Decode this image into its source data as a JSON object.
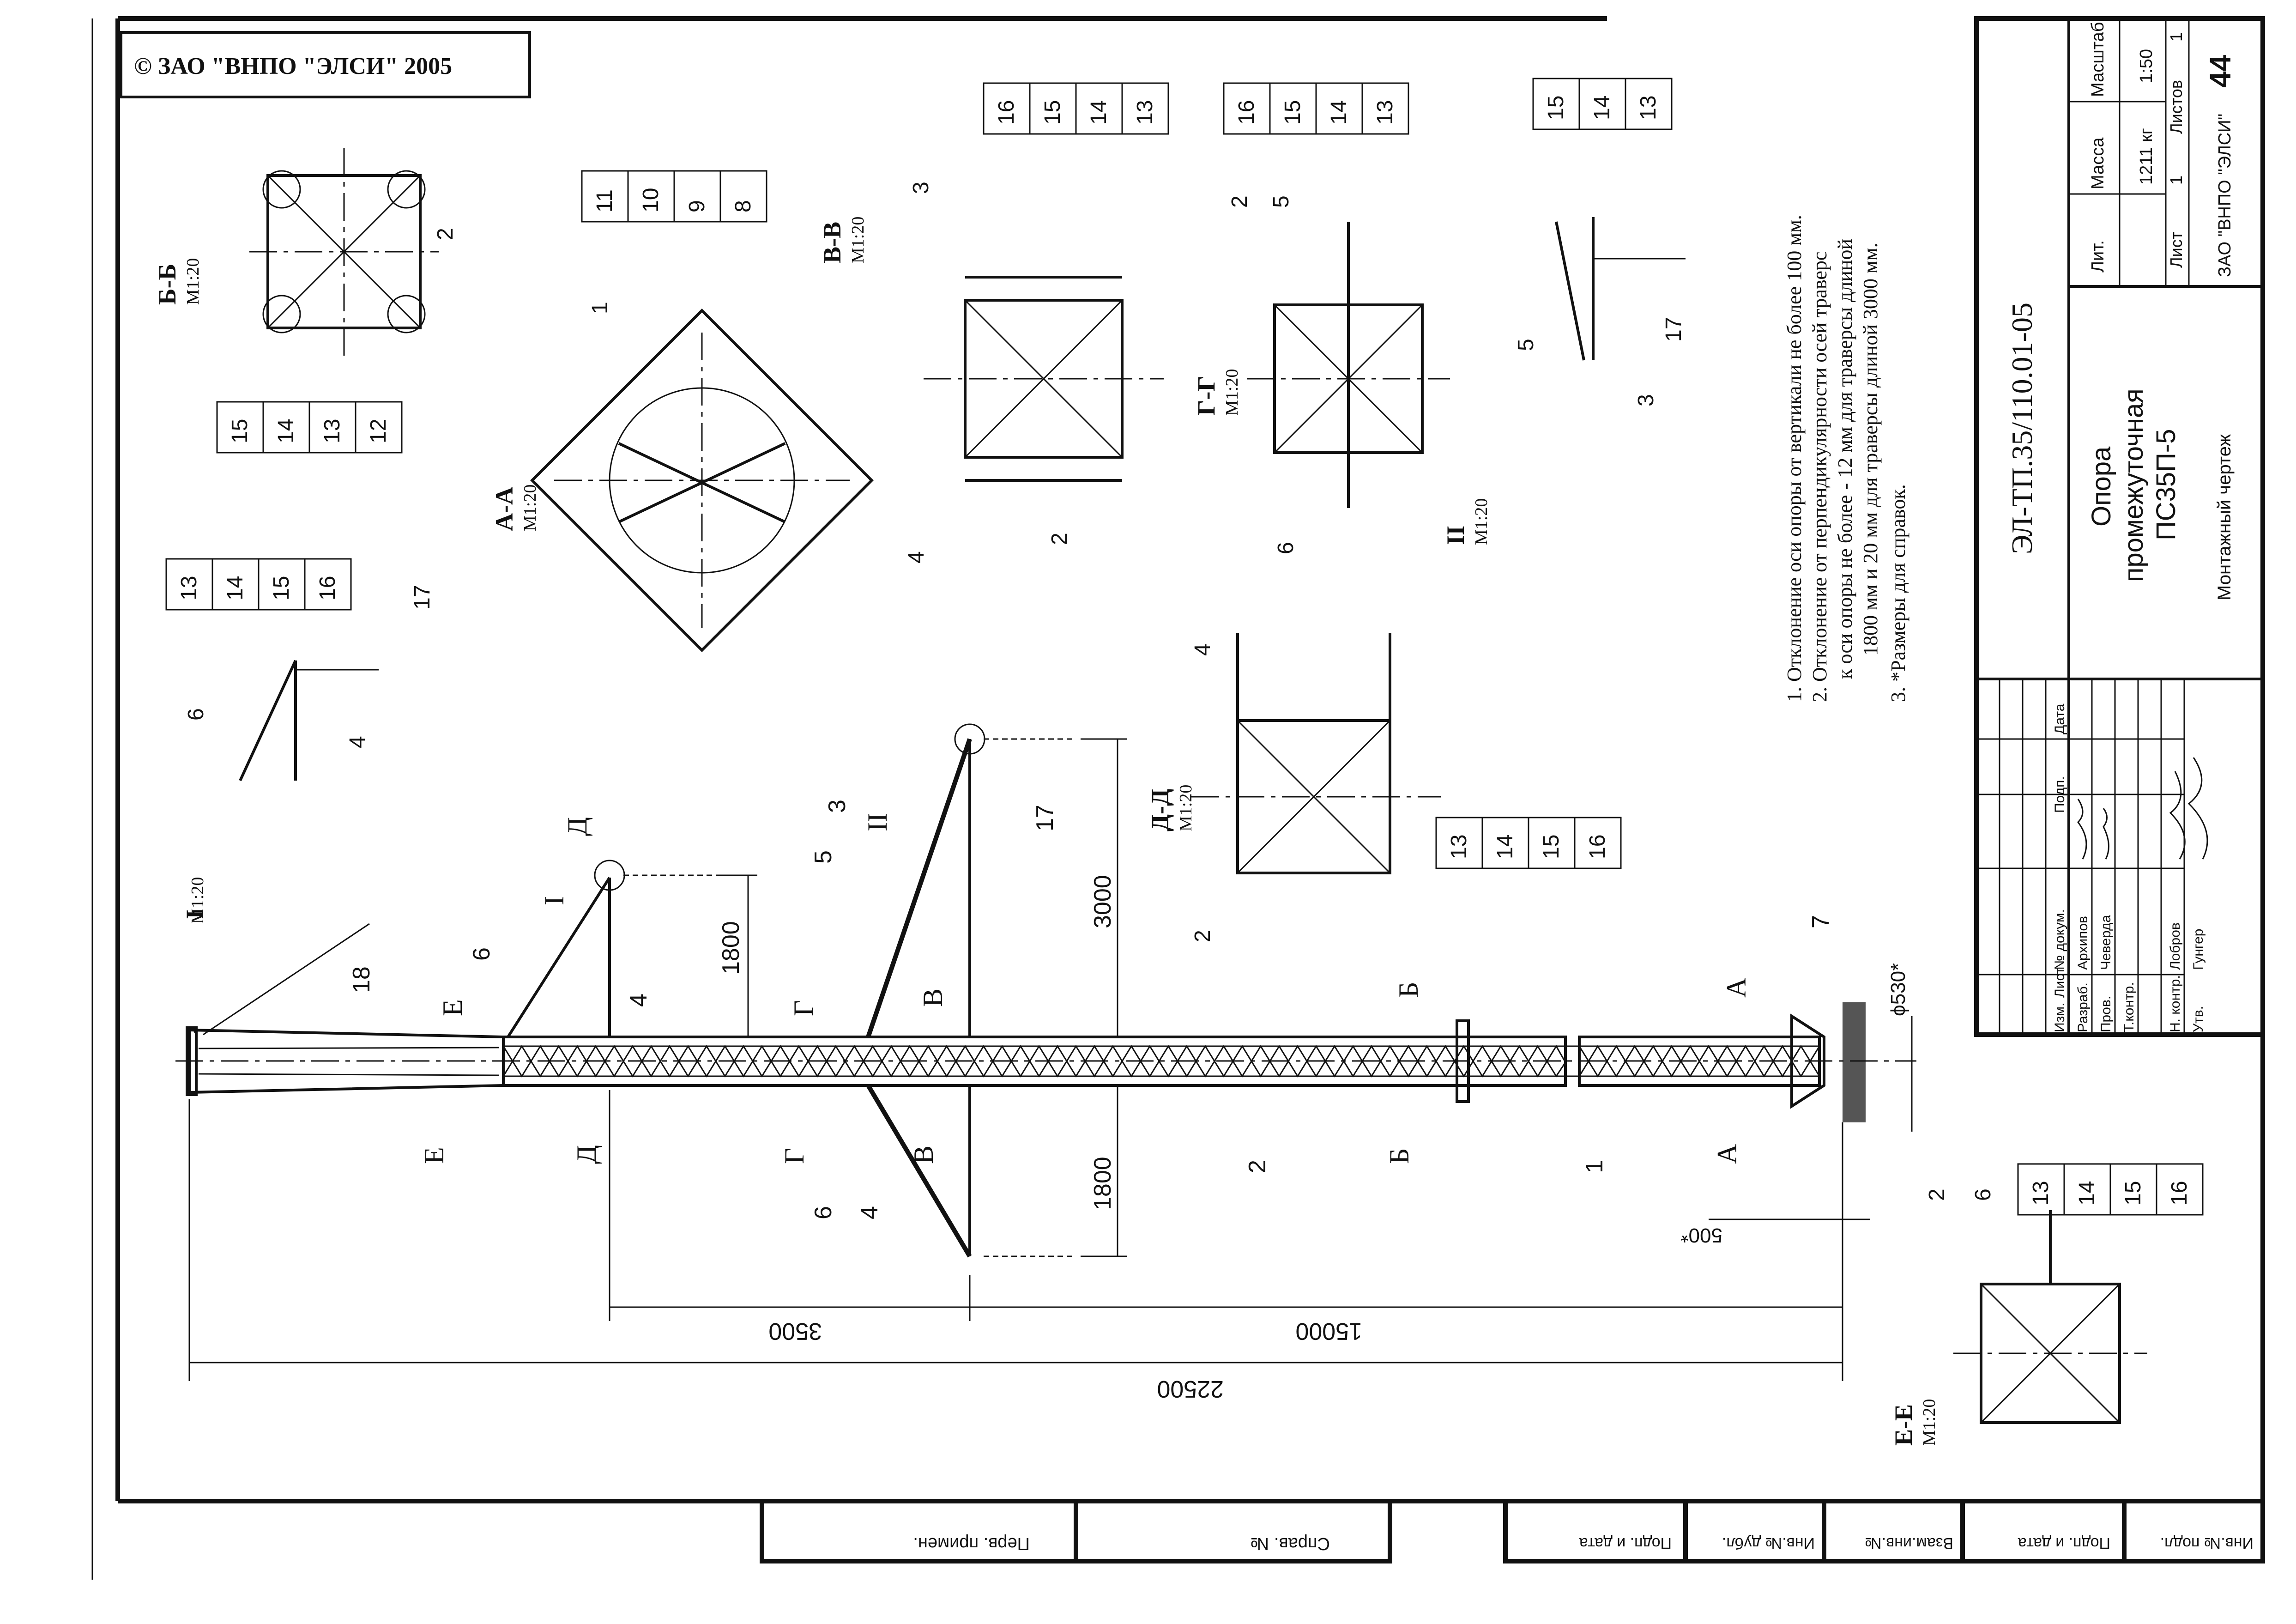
{
  "copyright": "© ЗАО \"ВНПО \"ЭЛСИ\" 2005",
  "notes": [
    "1. Отклонение оси опоры от вертикали не более 100 мм.",
    "2. Отклонение от перпендикулярности осей траверс",
    "к оси опоры не более - 12 мм для траверсы длиной",
    "1800 мм и 20 мм для траверсы длиной 3000 мм.",
    "3. *Размеры для справок."
  ],
  "title_block": {
    "doc_code": "ЭЛ-ТП.35/110.01-05",
    "name_line1": "Опора",
    "name_line2": "промежуточная",
    "name_line3": "ПС35П-5",
    "drawing_type": "Монтажный чертеж",
    "org": "ЗАО \"ВНПО \"ЭЛСИ\"",
    "sheet_number": "44",
    "col_lit": "Лит.",
    "col_mass": "Масса",
    "col_scale": "Масштаб",
    "mass": "1211 кг",
    "scale": "1:50",
    "sheet_label": "Лист",
    "sheet_value": "1",
    "sheets_label": "Листов",
    "sheets_value": "1",
    "hdr_izm": "Изм.",
    "hdr_list": "Лист",
    "hdr_doc": "№ докум.",
    "hdr_sign": "Подп.",
    "hdr_date": "Дата",
    "roles": [
      {
        "role": "Разраб.",
        "name": "Архипов"
      },
      {
        "role": "Пров.",
        "name": "Чеверда"
      },
      {
        "role": "Т.контр.",
        "name": ""
      },
      {
        "role": "",
        "name": ""
      },
      {
        "role": "Н. контр.",
        "name": "Лобров"
      },
      {
        "role": "Утв.",
        "name": "Гунгер"
      }
    ]
  },
  "bottom_stamp": [
    "Перв. примен.",
    "Справ. №",
    "Подп. и дата",
    "Инв.№ дубл.",
    "Взам.инв.№",
    "Подп. и дата",
    "Инв.№ подл."
  ],
  "dimensions": {
    "total": "22500",
    "main": "15000",
    "upper": "3500",
    "crossarm_long": "3000",
    "crossarm_short_a": "1800",
    "crossarm_short_b": "1800",
    "base_offset": "500*",
    "diameter": "ϕ530*"
  },
  "sections": {
    "aa": {
      "title": "А-А",
      "scale": "М1:20"
    },
    "bb": {
      "title": "Б-Б",
      "scale": "М1:20"
    },
    "vv": {
      "title": "В-В",
      "scale": "М1:20"
    },
    "gg": {
      "title": "Г-Г",
      "scale": "М1:20"
    },
    "dd": {
      "title": "Д-Д",
      "scale": "М1:20"
    },
    "ee": {
      "title": "Е-Е",
      "scale": "М1:20"
    },
    "v1": {
      "title": "I",
      "scale": "М1:20"
    },
    "v2": {
      "title": "II",
      "scale": "М1:20"
    }
  },
  "cut_letters": [
    "А",
    "Б",
    "В",
    "Г",
    "Д",
    "Е"
  ],
  "callouts": {
    "p1": "1",
    "p2": "2",
    "p3": "3",
    "p4": "4",
    "p5": "5",
    "p6": "6",
    "p7": "7",
    "p8": "8",
    "p9": "9",
    "p10": "10",
    "p11": "11",
    "p12": "12",
    "p13": "13",
    "p14": "14",
    "p15": "15",
    "p16": "16",
    "p17": "17",
    "p18": "18",
    "view_i": "I",
    "view_ii": "II"
  }
}
